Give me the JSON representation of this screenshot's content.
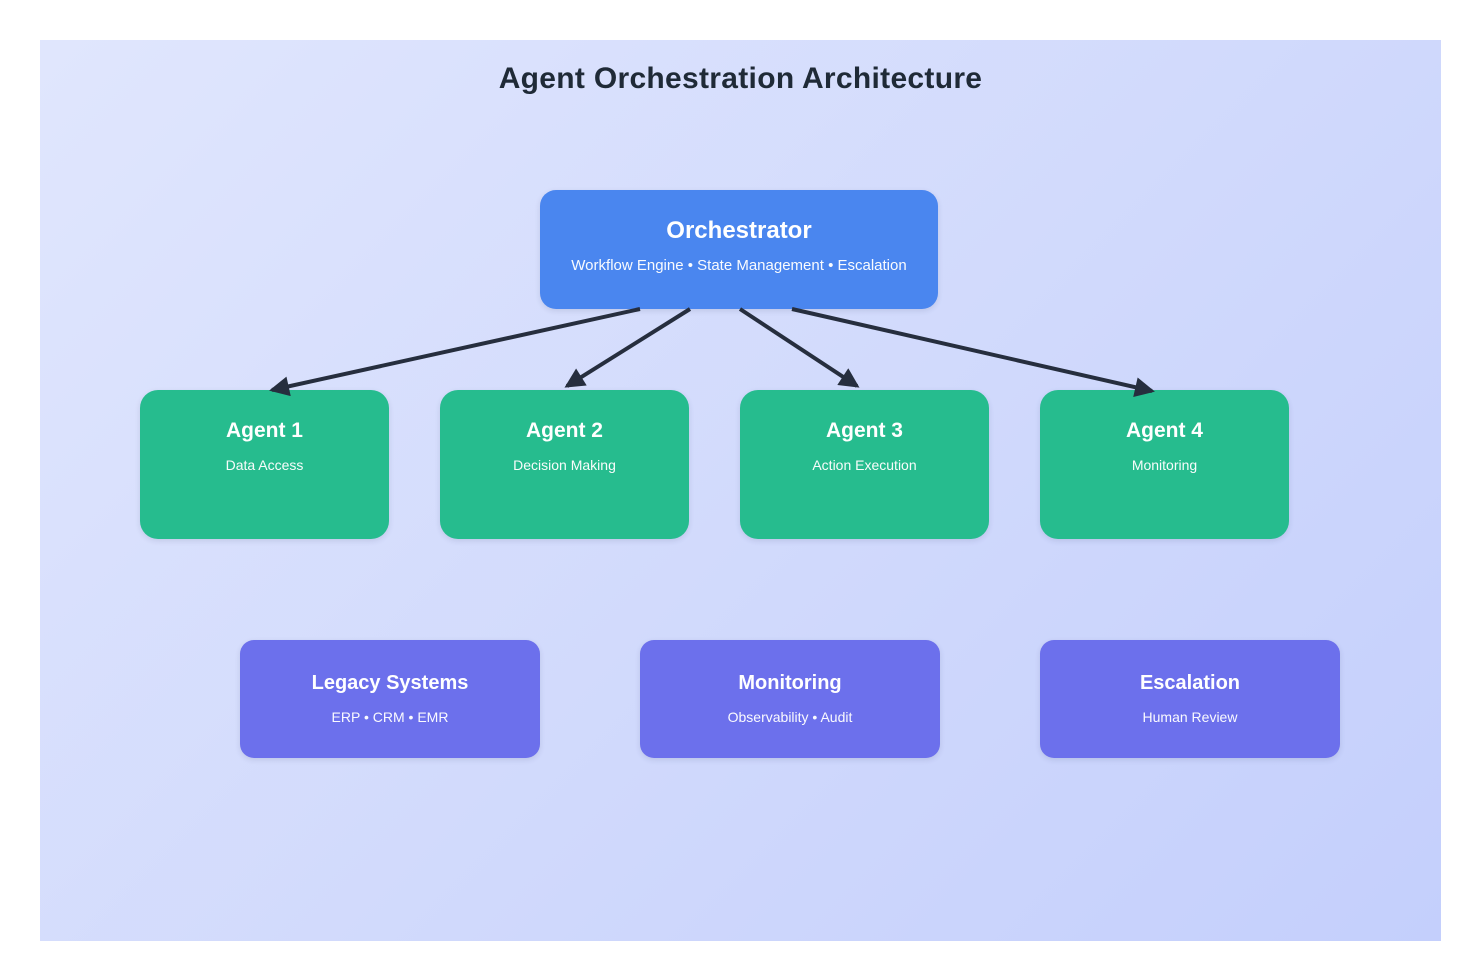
{
  "title": "Agent Orchestration Architecture",
  "orchestrator": {
    "title": "Orchestrator",
    "subtitle": "Workflow Engine • State Management • Escalation"
  },
  "agents": [
    {
      "title": "Agent 1",
      "subtitle": "Data Access"
    },
    {
      "title": "Agent 2",
      "subtitle": "Decision Making"
    },
    {
      "title": "Agent 3",
      "subtitle": "Action Execution"
    },
    {
      "title": "Agent 4",
      "subtitle": "Monitoring"
    }
  ],
  "support_systems": [
    {
      "title": "Legacy Systems",
      "subtitle": "ERP • CRM • EMR"
    },
    {
      "title": "Monitoring",
      "subtitle": "Observability • Audit"
    },
    {
      "title": "Escalation",
      "subtitle": "Human Review"
    }
  ],
  "connections": [
    {
      "from": "Orchestrator",
      "to": "Agent 1"
    },
    {
      "from": "Orchestrator",
      "to": "Agent 2"
    },
    {
      "from": "Orchestrator",
      "to": "Agent 3"
    },
    {
      "from": "Orchestrator",
      "to": "Agent 4"
    }
  ],
  "colors": {
    "panel_gradient_start": "#e0e6fd",
    "panel_gradient_end": "#c4cffc",
    "orchestrator_fill": "#4a86ef",
    "agent_fill": "#26bc8e",
    "system_fill": "#6c70ec",
    "arrow": "#262e3e",
    "title_text": "#1f2a37",
    "box_text": "#ffffff"
  }
}
